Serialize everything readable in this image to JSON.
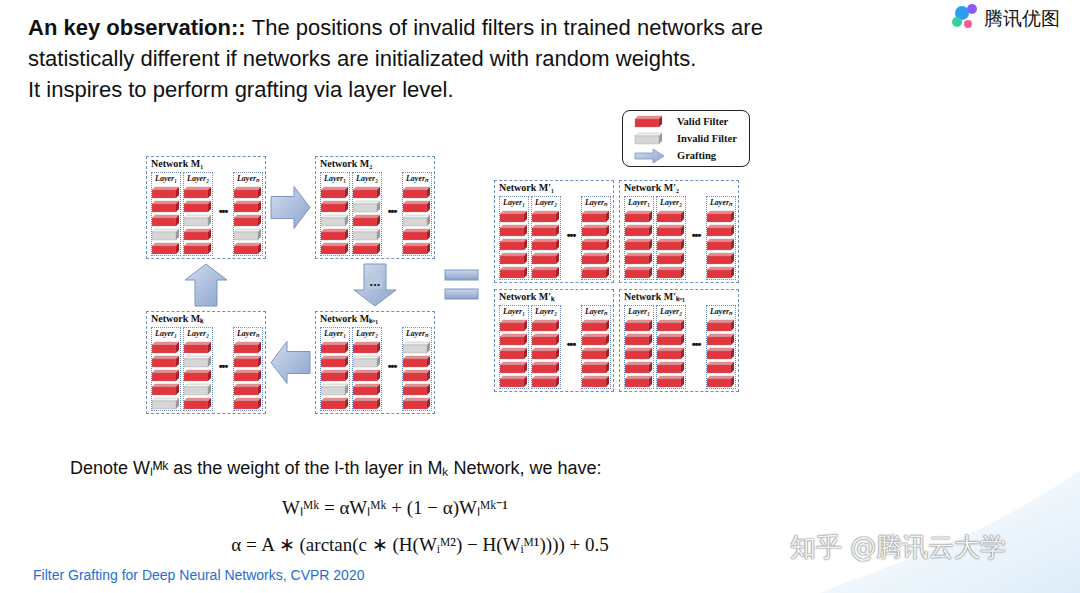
{
  "diagram": {
    "title": "An key observation::",
    "caption": "Filter Grafting for Deep Neural Networks, CVPR 2020",
    "nodes": [
      {
        "text": [
          "Network M₁",
          "•••"
        ]
      },
      {
        "text": [
          "Layer₁"
        ],
        "in": 0
      },
      {
        "text": [
          "Layer₂"
        ],
        "in": 0
      },
      {
        "text": [
          "Layerₙ"
        ],
        "in": 0
      },
      {
        "text": [
          "Network M₂",
          "•••"
        ]
      },
      {
        "text": [
          "Layer₁"
        ],
        "in": 4
      },
      {
        "text": [
          "Layer₂"
        ],
        "in": 4
      },
      {
        "text": [
          "Layerₙ"
        ],
        "in": 4
      },
      {
        "text": [
          "Network M′₁",
          "•••"
        ]
      },
      {
        "text": [
          "Layer₁"
        ],
        "in": 8
      },
      {
        "text": [
          "Layer₂"
        ],
        "in": 8
      },
      {
        "text": [
          "Layerₙ"
        ],
        "in": 8
      },
      {
        "text": [
          "Network M′₂",
          "•••"
        ]
      },
      {
        "text": [
          "Layer₁"
        ],
        "in": 12
      },
      {
        "text": [
          "Layer₂"
        ],
        "in": 12
      },
      {
        "text": [
          "Layerₙ"
        ],
        "in": 12
      },
      {
        "text": [
          "Network M′ₖ",
          "•••"
        ]
      },
      {
        "text": [
          "Layer₁"
        ],
        "in": 16
      },
      {
        "text": [
          "Layer₂"
        ],
        "in": 16
      },
      {
        "text": [
          "Layerₙ"
        ],
        "in": 16
      },
      {
        "text": [
          "Network M′ₖ₋₁",
          "•••"
        ]
      },
      {
        "text": [
          "Layer₁"
        ],
        "in": 20
      },
      {
        "text": [
          "Layer₂"
        ],
        "in": 20
      },
      {
        "text": [
          "Layerₙ"
        ],
        "in": 20
      },
      {
        "text": [
          "Network Mₖ",
          "•••"
        ]
      },
      {
        "text": [
          "Layer₁"
        ],
        "in": 24
      },
      {
        "text": [
          "Layer₂"
        ],
        "in": 24
      },
      {
        "text": [
          "Layerₙ"
        ],
        "in": 24
      },
      {
        "text": [
          "Network Mₖ₋₁",
          "•••"
        ]
      },
      {
        "text": [
          "Layer₁"
        ],
        "in": 28
      },
      {
        "text": [
          "Layer₂"
        ],
        "in": 28
      },
      {
        "text": [
          "Layerₙ"
        ],
        "in": 28
      }
    ],
    "edges": [
      {
        "from": 0,
        "to": 4,
        "arrow": "to"
      },
      {
        "from": 4,
        "to": 28,
        "label": "...",
        "arrow": "to"
      },
      {
        "from": 28,
        "to": 24,
        "arrow": "to"
      },
      {
        "from": 24,
        "to": 0,
        "arrow": "to"
      }
    ],
    "labels": [
      "The positions of invalid filters in trained networks are statistically different if networks are initializated with random weights.",
      "It inspires to perform grafting via layer level.",
      "腾讯优图",
      "Denote Wₗᴹᵏ as the weight of the l-th layer in Mₖ Network, we have:",
      "Wₗᴹᵏ = αWₗᴹᵏ + (1 − α)Wₗᴹᵏ⁻¹",
      "α = A ∗ (arctan(c ∗ (H(Wᵢᴹ²) − H(Wᵢᴹ¹)))) + 0.5",
      "知乎 @腾讯云大学"
    ],
    "legend": [
      {
        "text": "Valid Filter",
        "color": "#e2363f"
      },
      {
        "text": "Invalid Filter",
        "color": "#d6d6d6"
      },
      {
        "text": "Grafting"
      }
    ]
  }
}
